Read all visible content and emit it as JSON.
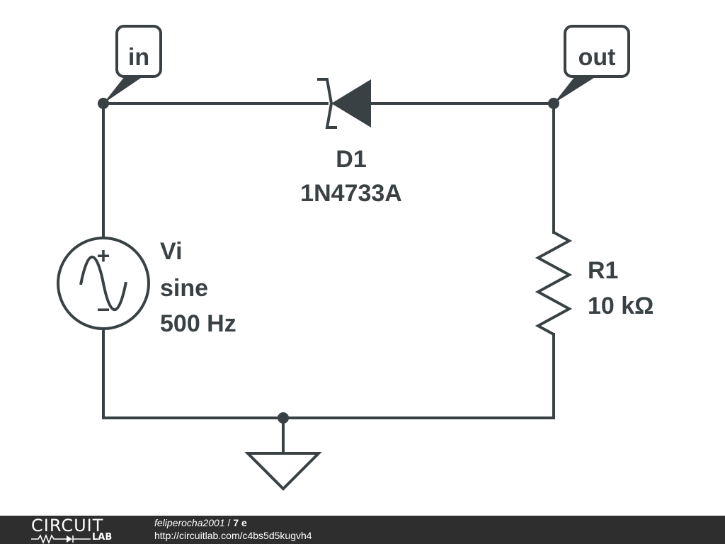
{
  "labels": {
    "in": "in",
    "out": "out"
  },
  "components": {
    "diode": {
      "name": "D1",
      "part": "1N4733A"
    },
    "source": {
      "name": "Vi",
      "type": "sine",
      "freq": "500 Hz",
      "plus": "+",
      "minus": "−"
    },
    "resistor": {
      "name": "R1",
      "value": "10 kΩ"
    }
  },
  "footer": {
    "logo_word": "CIRCUIT",
    "logo_lab": "LAB",
    "author": "feliperocha2001",
    "separator": " / ",
    "title": "7 e",
    "url": "http://circuitlab.com/c4bs5d5kugvh4"
  },
  "colors": {
    "ink": "#3a4144",
    "footer_bg": "#2e2e2e"
  }
}
